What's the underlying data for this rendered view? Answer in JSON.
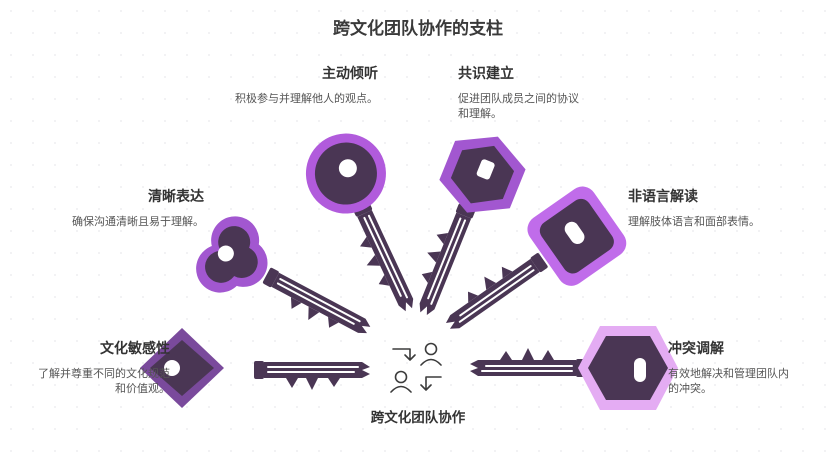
{
  "title": "跨文化团队协作的支柱",
  "center": {
    "label": "跨文化团队协作"
  },
  "pillars": [
    {
      "title": "主动倾听",
      "desc": "积极参与并理解他人的观点。"
    },
    {
      "title": "共识建立",
      "desc": "促进团队成员之间的协议和理解。"
    },
    {
      "title": "清晰表达",
      "desc": "确保沟通清晰且易于理解。"
    },
    {
      "title": "非语言解读",
      "desc": "理解肢体语言和面部表情。"
    },
    {
      "title": "文化敏感性",
      "desc": "了解并尊重不同的文化规范和价值观。"
    },
    {
      "title": "冲突调解",
      "desc": "有效地解决和管理团队内的冲突。"
    }
  ],
  "colors": {
    "key_dark": "#4a3654",
    "purple_1": "#7a4a9c",
    "purple_2": "#a257d0",
    "purple_3": "#c06cea",
    "purple_4": "#e4acf3"
  },
  "icons": [
    "people-exchange-icon"
  ]
}
